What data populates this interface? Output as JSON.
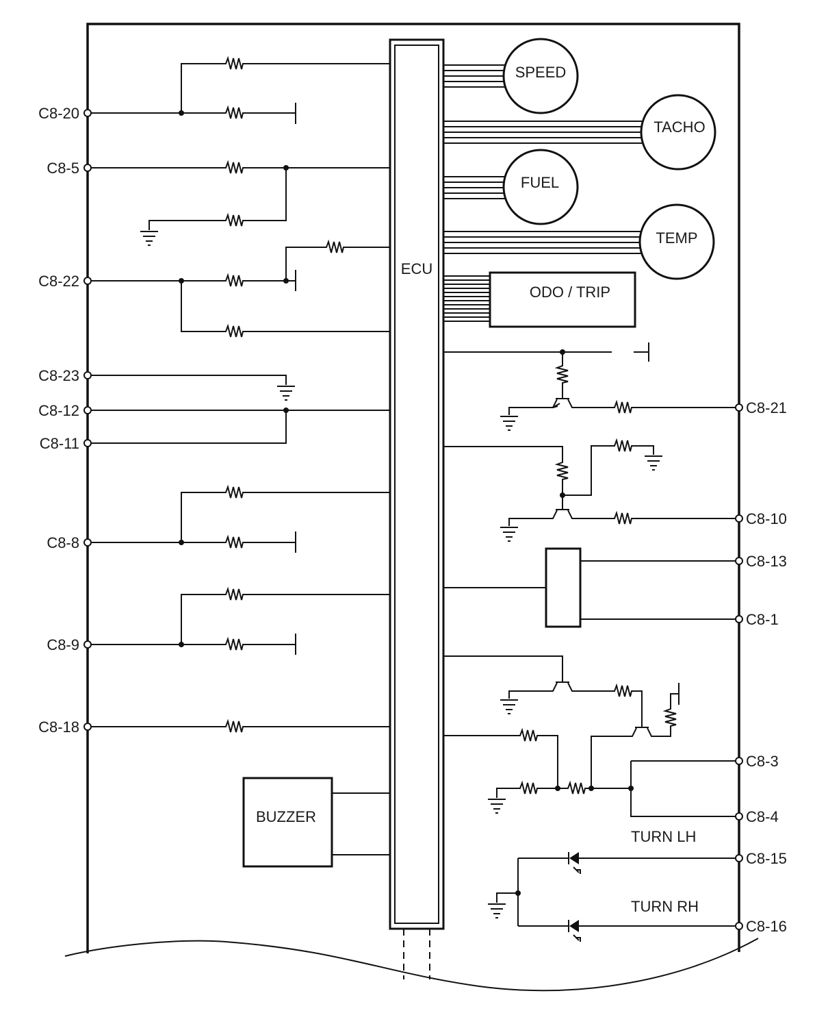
{
  "blocks": {
    "ecu": "ECU",
    "speed": "SPEED",
    "tacho": "TACHO",
    "fuel": "FUEL",
    "temp": "TEMP",
    "odo_trip": "ODO / TRIP",
    "buzzer": "BUZZER"
  },
  "left_pins": [
    "C8-20",
    "C8-5",
    "C8-22",
    "C8-23",
    "C8-12",
    "C8-11",
    "C8-8",
    "C8-9",
    "C8-18"
  ],
  "right_pins": [
    "C8-21",
    "C8-10",
    "C8-13",
    "C8-1",
    "C8-3",
    "C8-4",
    "C8-15",
    "C8-16"
  ],
  "indicators": {
    "turn_lh": "TURN LH",
    "turn_rh": "TURN RH"
  }
}
